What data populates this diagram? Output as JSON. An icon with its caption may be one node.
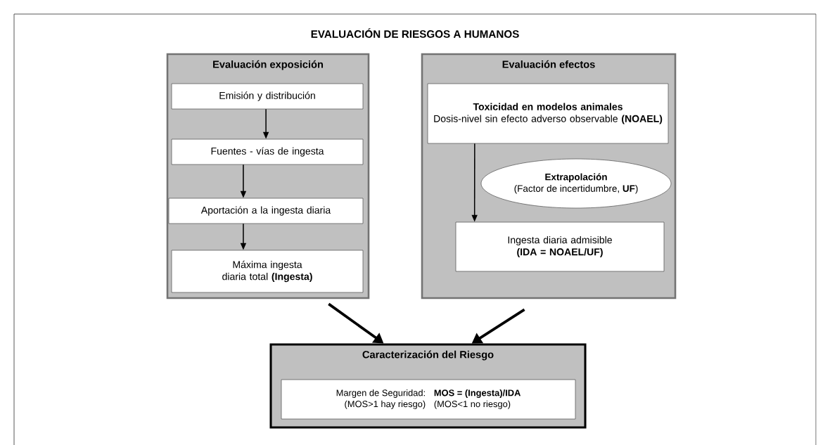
{
  "diagram": {
    "title": "EVALUACIÓN DE RIESGOS A HUMANOS",
    "nodes": [
      {
        "text": [
          "Evaluación exposición"
        ]
      },
      {
        "text": [
          "Emisión y distribución"
        ],
        "in": 0
      },
      {
        "text": [
          "Fuentes - vías de ingesta"
        ],
        "in": 0
      },
      {
        "text": [
          "Aportación a la ingesta diaria"
        ],
        "in": 0
      },
      {
        "text": [
          "Máxima ingesta diaria total **(Ingesta)**"
        ],
        "in": 0
      },
      {
        "text": [
          "Evaluación efectos"
        ]
      },
      {
        "text": [
          "Toxicidad en modelos animales",
          "Dosis-nivel sin efecto adverso observable **(NOAEL)**"
        ],
        "in": 5
      },
      {
        "text": [
          "Extrapolación",
          "(Factor de incertidumbre, **UF**)"
        ],
        "in": 5
      },
      {
        "text": [
          "Ingesta diaria admisible **(IDA = NOAEL/UF)**"
        ],
        "in": 5
      },
      {
        "text": [
          "Caracterización del Riesgo"
        ]
      },
      {
        "text": [
          "Margen de Seguridad:",
          "MOS = (Ingesta)/IDA",
          "(MOS>1 hay riesgo)",
          "(MOS<1 no riesgo)"
        ],
        "in": 9
      }
    ],
    "edges": [
      {
        "from": 1,
        "to": 2,
        "arrow": "to"
      },
      {
        "from": 2,
        "to": 3,
        "arrow": "to"
      },
      {
        "from": 3,
        "to": 4,
        "arrow": "to"
      },
      {
        "from": 6,
        "to": 8,
        "arrow": "to"
      },
      {
        "from": 4,
        "to": 9,
        "arrow": "to",
        "style": "thick"
      },
      {
        "from": 8,
        "to": 9,
        "arrow": "to",
        "style": "thick"
      }
    ]
  }
}
